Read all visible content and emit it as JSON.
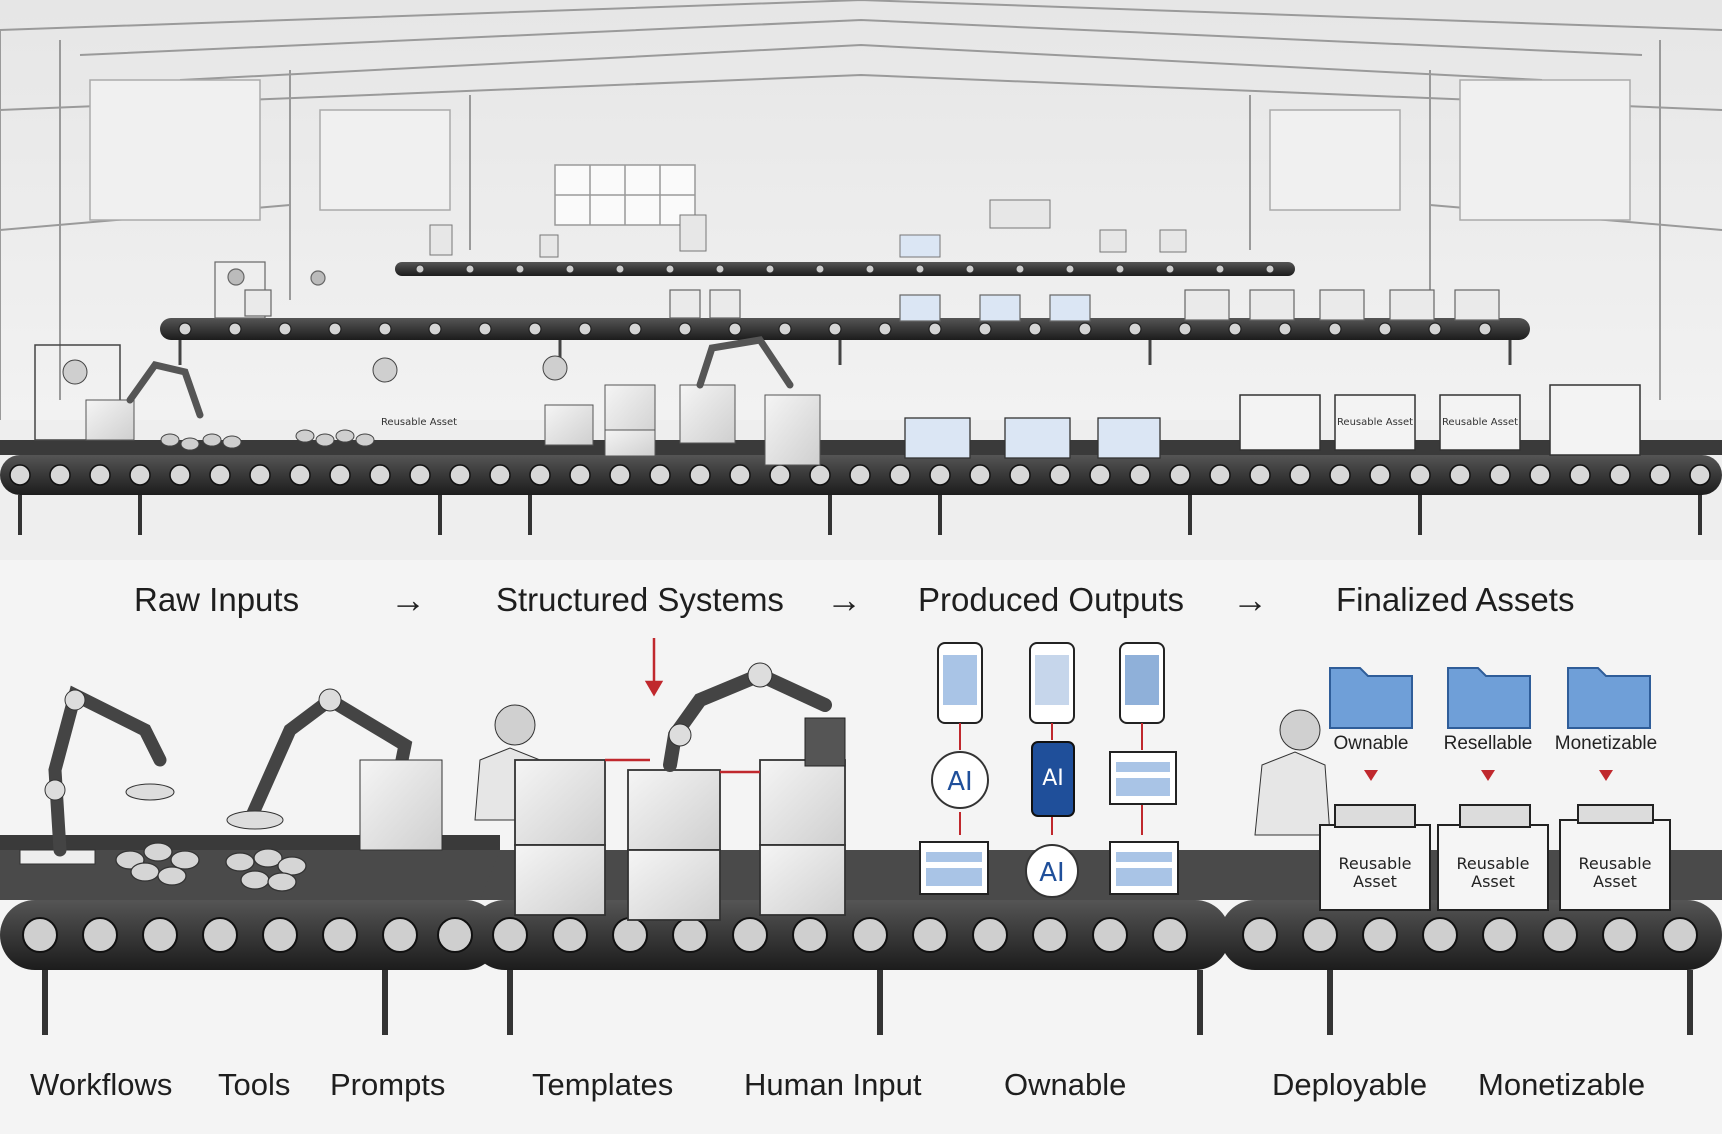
{
  "stages": [
    {
      "label": "Raw Inputs"
    },
    {
      "label": "Structured Systems"
    },
    {
      "label": "Produced Outputs"
    },
    {
      "label": "Finalized Assets"
    }
  ],
  "arrow_glyph": "→",
  "asset_tags": [
    "Ownable",
    "Resellable",
    "Monetizable"
  ],
  "box_text": "Reusable Asset",
  "ai_badge": "AI",
  "bottom_labels": [
    "Workflows",
    "Tools",
    "Prompts",
    "Templates",
    "Human Input",
    "Ownable",
    "Deployable",
    "Monetizable"
  ],
  "colors": {
    "folder_blue": "#6f9fd8",
    "arrow_red": "#c0282d",
    "belt_dark": "#2b2b2b",
    "ai_blue": "#1f4f9a"
  },
  "icons": [
    "robot-arm-icon",
    "worker-icon",
    "crate-icon",
    "phone-icon",
    "folder-icon",
    "box-icon",
    "ai-badge-icon",
    "screen-icon"
  ]
}
